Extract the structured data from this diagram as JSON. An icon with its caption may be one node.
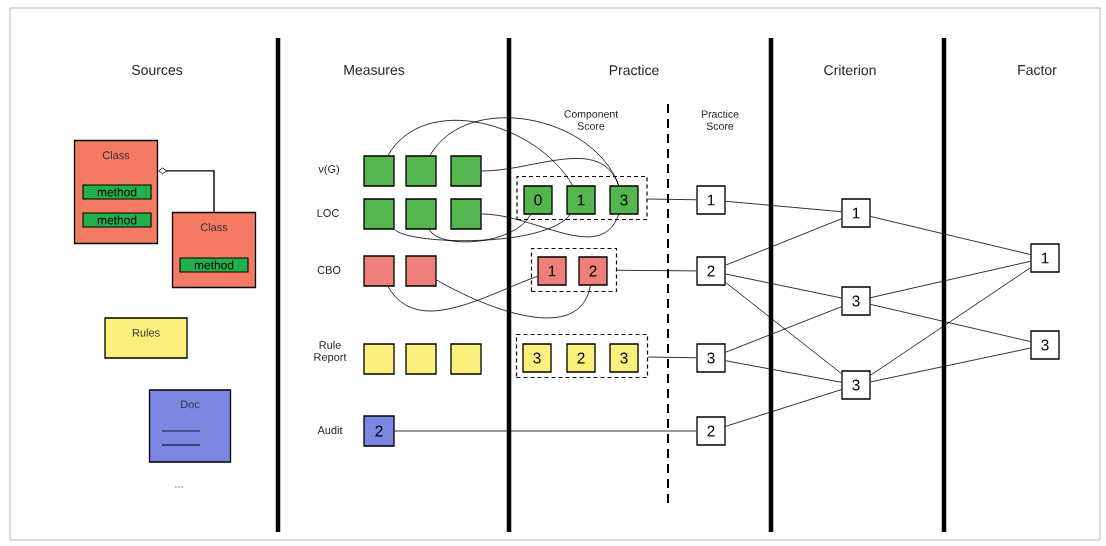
{
  "diagram": {
    "nodes": [
      {
        "text": [
          "Class"
        ]
      },
      {
        "text": [
          "method"
        ],
        "in": 0
      },
      {
        "text": [
          "method"
        ],
        "in": 0
      },
      {
        "text": [
          "Class"
        ]
      },
      {
        "text": [
          "method"
        ],
        "in": 3
      },
      {
        "text": [
          "Rules"
        ]
      },
      {
        "text": [
          "Doc"
        ]
      },
      {
        "text": [],
        "shape": "box"
      },
      {
        "text": [],
        "shape": "box"
      },
      {
        "text": [],
        "shape": "box"
      },
      {
        "text": [],
        "shape": "box"
      },
      {
        "text": [],
        "shape": "box"
      },
      {
        "text": [],
        "shape": "box"
      },
      {
        "text": [],
        "shape": "box"
      },
      {
        "text": [],
        "shape": "box"
      },
      {
        "text": [],
        "shape": "box"
      },
      {
        "text": [],
        "shape": "box"
      },
      {
        "text": [],
        "shape": "box"
      },
      {
        "text": [
          "2"
        ]
      },
      {
        "text": [],
        "shape": "box"
      },
      {
        "text": [
          "0"
        ],
        "in": 19
      },
      {
        "text": [
          "1"
        ],
        "in": 19
      },
      {
        "text": [
          "3"
        ],
        "in": 19
      },
      {
        "text": [],
        "shape": "box"
      },
      {
        "text": [
          "1"
        ],
        "in": 23
      },
      {
        "text": [
          "2"
        ],
        "in": 23
      },
      {
        "text": [],
        "shape": "box"
      },
      {
        "text": [
          "3"
        ],
        "in": 26
      },
      {
        "text": [
          "2"
        ],
        "in": 26
      },
      {
        "text": [
          "3"
        ],
        "in": 26
      },
      {
        "text": [
          "1"
        ]
      },
      {
        "text": [
          "2"
        ]
      },
      {
        "text": [
          "3"
        ]
      },
      {
        "text": [
          "2"
        ]
      },
      {
        "text": [
          "1"
        ]
      },
      {
        "text": [
          "3"
        ]
      },
      {
        "text": [
          "3"
        ]
      },
      {
        "text": [
          "1"
        ]
      },
      {
        "text": [
          "3"
        ]
      }
    ],
    "edges": [
      {
        "from": 0,
        "to": 3,
        "arrow": "other"
      },
      {
        "from": 7,
        "to": 21,
        "arrow": "none"
      },
      {
        "from": 8,
        "to": 22,
        "arrow": "none"
      },
      {
        "from": 9,
        "to": 22,
        "arrow": "none"
      },
      {
        "from": 10,
        "to": 21,
        "arrow": "none"
      },
      {
        "from": 11,
        "to": 20,
        "arrow": "none"
      },
      {
        "from": 12,
        "to": 22,
        "arrow": "none"
      },
      {
        "from": 13,
        "to": 24,
        "arrow": "none"
      },
      {
        "from": 14,
        "to": 25,
        "arrow": "none"
      },
      {
        "from": 18,
        "to": 33,
        "arrow": "none"
      },
      {
        "from": 19,
        "to": 30,
        "arrow": "none"
      },
      {
        "from": 23,
        "to": 31,
        "arrow": "none"
      },
      {
        "from": 26,
        "to": 32,
        "arrow": "none"
      },
      {
        "from": 30,
        "to": 34,
        "arrow": "none"
      },
      {
        "from": 31,
        "to": 34,
        "arrow": "none"
      },
      {
        "from": 31,
        "to": 35,
        "arrow": "none"
      },
      {
        "from": 31,
        "to": 36,
        "arrow": "none"
      },
      {
        "from": 32,
        "to": 35,
        "arrow": "none"
      },
      {
        "from": 32,
        "to": 36,
        "arrow": "none"
      },
      {
        "from": 33,
        "to": 36,
        "arrow": "none"
      },
      {
        "from": 34,
        "to": 37,
        "arrow": "none"
      },
      {
        "from": 35,
        "to": 37,
        "arrow": "none"
      },
      {
        "from": 35,
        "to": 38,
        "arrow": "none"
      },
      {
        "from": 36,
        "to": 37,
        "arrow": "none"
      },
      {
        "from": 36,
        "to": 38,
        "arrow": "none"
      }
    ],
    "labels": [
      "Sources",
      "Measures",
      "Practice",
      "Criterion",
      "Factor",
      "Component Score",
      "Practice Score",
      "v(G)",
      "LOC",
      "CBO",
      "Rule Report",
      "Audit",
      "..."
    ]
  }
}
